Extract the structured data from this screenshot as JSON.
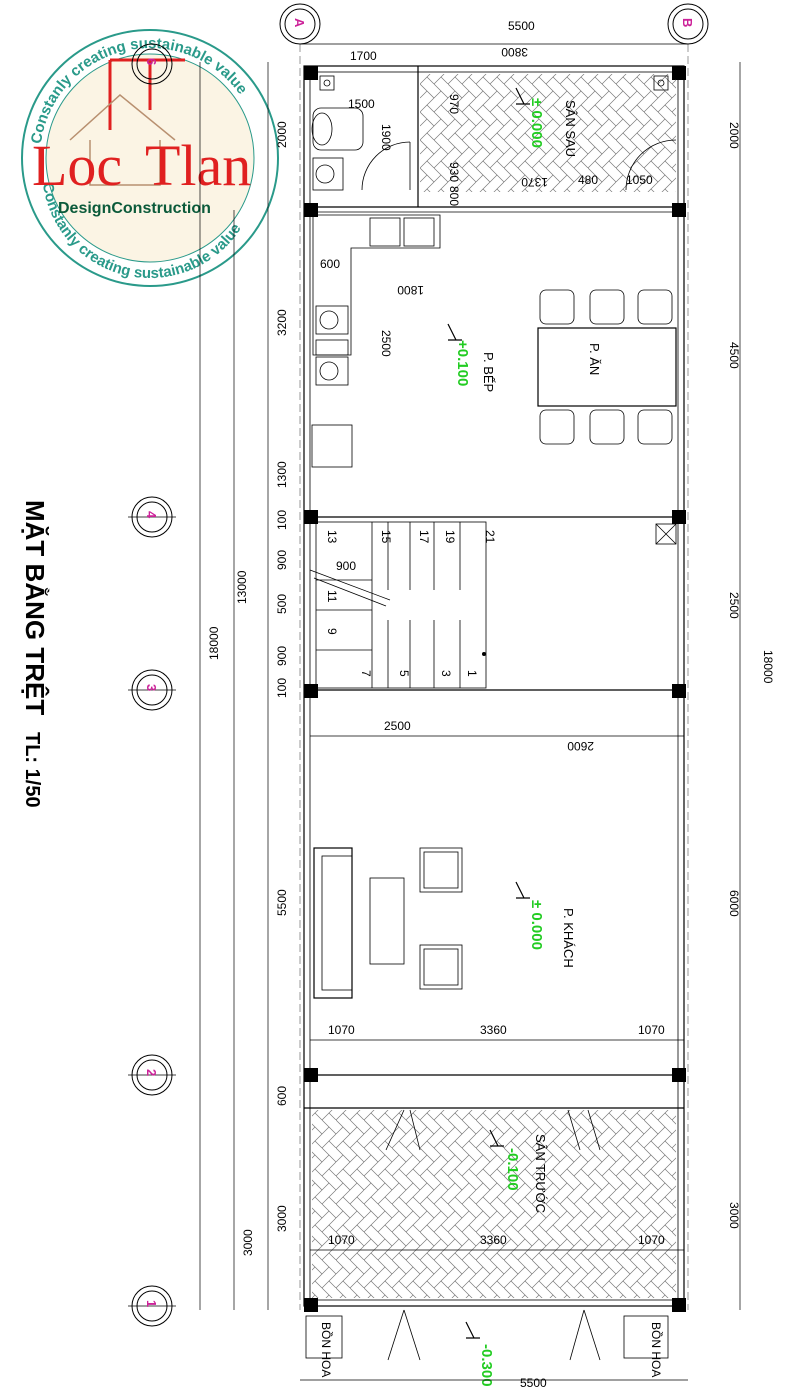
{
  "title": "MẶT BẰNG TRỆT",
  "scale": "TL: 1/50",
  "axes": {
    "cols": [
      "A",
      "B"
    ],
    "rows": [
      "6",
      "4",
      "3",
      "2",
      "1"
    ]
  },
  "rooms": {
    "san_sau": "SÂN SAU",
    "bep": "P. BẾP",
    "an": "P. ĂN",
    "khach": "P. KHÁCH",
    "san_truoc": "SÂN TRƯỚC",
    "bon_hoa_left": "BỒN HOA",
    "bon_hoa_right": "BỒN HOA"
  },
  "levels": {
    "san_sau": "± 0.000",
    "bep": "+0.100",
    "khach": "± 0.000",
    "san_truoc": "-0.100",
    "front": "-0.300"
  },
  "dims": {
    "top_total": "5500",
    "top_a": "1700",
    "top_b": "3800",
    "bottom_total": "5500",
    "right_total": "18000",
    "right_2000": "2000",
    "right_4500": "4500",
    "right_2500": "2500",
    "right_6000": "6000",
    "right_3000": "3000",
    "left_total": "18000",
    "left_13000": "13000",
    "left_2000": "2000",
    "left_3200": "3200",
    "left_1300": "1300",
    "left_100a": "100",
    "left_900a": "900",
    "left_500": "500",
    "left_900b": "900",
    "left_100b": "100",
    "left_5500": "5500",
    "left_600": "600",
    "left_3000a": "3000",
    "left_3000b": "3000",
    "wc_1500": "1500",
    "wc_1900": "1900",
    "wc_970": "970",
    "wc_930": "930",
    "wc_800": "800",
    "wc_1370": "1370",
    "wc_480": "480",
    "wc_1050": "1050",
    "bep_600": "600",
    "bep_1800": "1800",
    "bep_2500": "2500",
    "stair_900": "900",
    "kh_2500": "2500",
    "kh_2600": "2600",
    "kh_1070a": "1070",
    "kh_3360": "3360",
    "kh_1070b": "1070",
    "st_1070a": "1070",
    "st_3360": "3360",
    "st_1070b": "1070"
  },
  "stairs": [
    "1",
    "3",
    "5",
    "7",
    "9",
    "11",
    "13",
    "15",
    "17",
    "19",
    "21"
  ],
  "logo": {
    "ring": "Constanly creating sustainable value",
    "name_a": "Loc",
    "name_b": "Tlan",
    "sub": "DesignConstruction"
  }
}
